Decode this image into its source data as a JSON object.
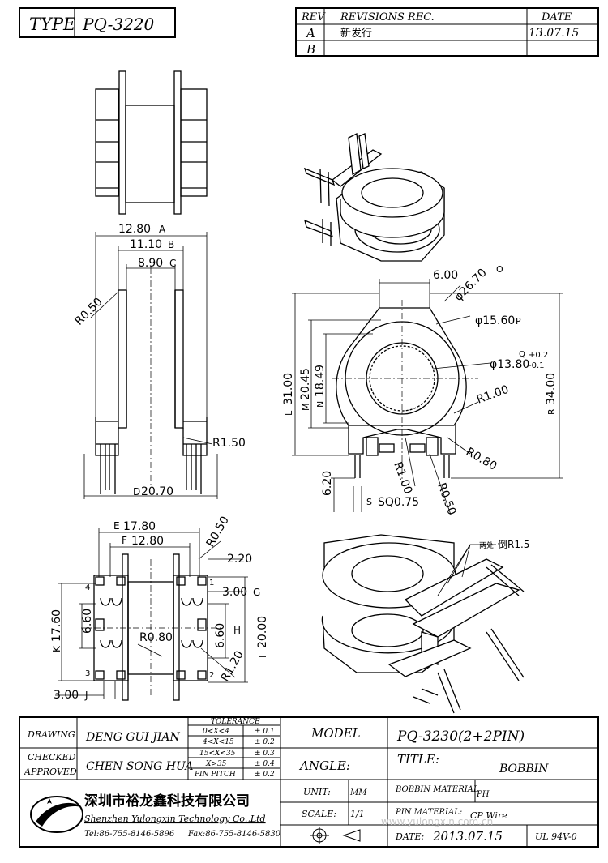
{
  "header": {
    "type_label": "TYPE",
    "type_value": "PQ-3220",
    "rev_col": "REV",
    "revisions_col": "REVISIONS REC.",
    "date_col": "DATE",
    "rows": [
      {
        "rev": "A",
        "desc": "新发行",
        "date": "13.07.15"
      },
      {
        "rev": "B",
        "desc": "",
        "date": ""
      }
    ]
  },
  "dimensions": {
    "side_view": [
      "12.80",
      "11.10",
      "8.90",
      "R0.50",
      "R1.50",
      "20.70"
    ],
    "side_markers": [
      "A",
      "B",
      "C",
      "D"
    ],
    "top_view": [
      "6.00",
      "φ26.70",
      "φ15.60",
      "φ13.80",
      "+0.2",
      "-0.1",
      "31.00",
      "20.45",
      "18.49",
      "34.00",
      "R1.00",
      "R0.80",
      "6.20",
      "SQ0.75",
      "R1.00",
      "R0.50"
    ],
    "top_markers": [
      "O",
      "P",
      "Q",
      "L",
      "M",
      "N",
      "R",
      "S"
    ],
    "bottom_view": [
      "17.80",
      "12.80",
      "R0.50",
      "2.20",
      "3.00",
      "6.60",
      "6.60",
      "17.60",
      "R0.80",
      "20.00",
      "R1.20",
      "3.00"
    ],
    "bottom_markers": [
      "E",
      "F",
      "G",
      "H",
      "K",
      "I",
      "J"
    ],
    "pin_numbers": [
      "4",
      "1",
      "3",
      "2"
    ],
    "iso_note": "倒R1.5",
    "iso_note_prefix": "两处"
  },
  "title_block": {
    "drawing_label": "DRAWING",
    "drawing_name": "DENG GUI JIAN",
    "checked_label": "CHECKED",
    "approved_label": "APPROVED",
    "checked_name": "CHEN SONG HUA",
    "tolerance_title": "TOLERANCE",
    "tolerance": [
      {
        "range": "0<X<4",
        "tol": "± 0.1"
      },
      {
        "range": "4<X<15",
        "tol": "± 0.2"
      },
      {
        "range": "15<X<35",
        "tol": "± 0.3"
      },
      {
        "range": "X>35",
        "tol": "± 0.4"
      },
      {
        "range": "PIN PITCH",
        "tol": "± 0.2"
      }
    ],
    "model_label": "MODEL",
    "model_value": "PQ-3230(2+2PIN)",
    "angle_label": "ANGLE:",
    "title_label": "TITLE:",
    "title_value": "BOBBIN",
    "unit_label": "UNIT:",
    "unit_value": "MM",
    "scale_label": "SCALE:",
    "scale_value": "1/1",
    "bobbin_material_label": "BOBBIN MATERIAL",
    "bobbin_material_value": "PH",
    "pin_material_label": "PIN MATERIAL:",
    "pin_material_value": "CP Wire",
    "date_label": "DATE:",
    "date_value": "2013.07.15",
    "ul_value": "UL 94V-0",
    "company_cn": "深圳市裕龙鑫科技有限公司",
    "company_en": "Shenzhen Yulongxin Technology Co.,Ltd",
    "tel": "Tel:86-755-8146-5896",
    "fax": "Fax:86-755-8146-5830",
    "watermark": "www.yulongxin.com.cn"
  }
}
